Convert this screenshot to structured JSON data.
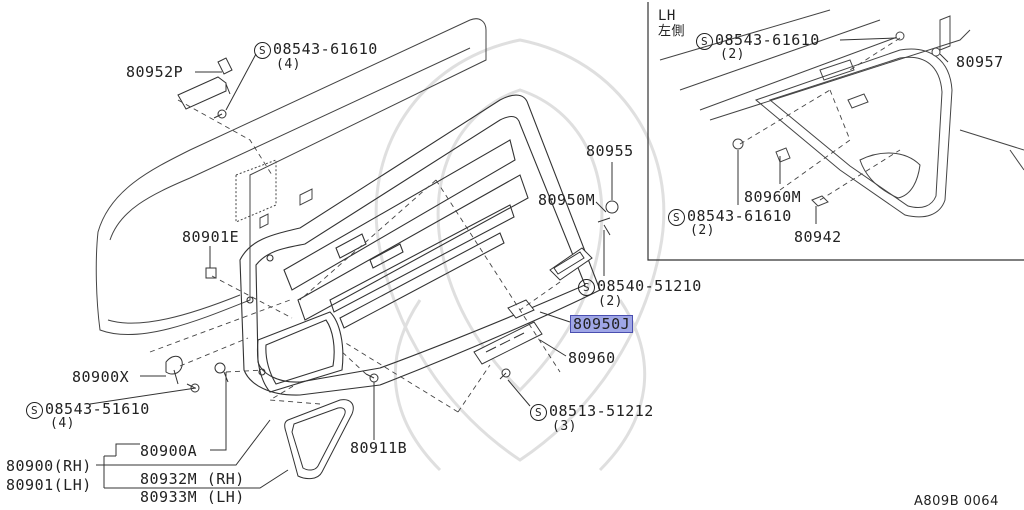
{
  "diagram": {
    "code": "A809B 0064",
    "inset_title": "LH",
    "inset_subtitle": "左側",
    "highlight_color": "#9fa6e6"
  },
  "labels": {
    "p80952P": "80952P",
    "s1_code": "08543-61610",
    "s1_qty": "(4)",
    "p80901E": "80901E",
    "p80900X": "80900X",
    "s2_code": "08543-51610",
    "s2_qty": "(4)",
    "p80900A": "80900A",
    "p80900RH": "80900(RH)",
    "p80901LH": "80901(LH)",
    "p80932M": "80932M (RH)",
    "p80933M": "80933M (LH)",
    "p80911B": "80911B",
    "p80955": "80955",
    "p80950M": "80950M",
    "s3_code": "08540-51210",
    "s3_qty": "(2)",
    "p80950J": "80950J",
    "p80960": "80960",
    "s4_code": "08513-51212",
    "s4_qty": "(3)",
    "s5_code": "08543-61610",
    "s5_qty": "(2)",
    "p80957": "80957",
    "p80960M": "80960M",
    "s6_code": "08543-61610",
    "s6_qty": "(2)",
    "p80942": "80942",
    "s_symbol": "S"
  }
}
